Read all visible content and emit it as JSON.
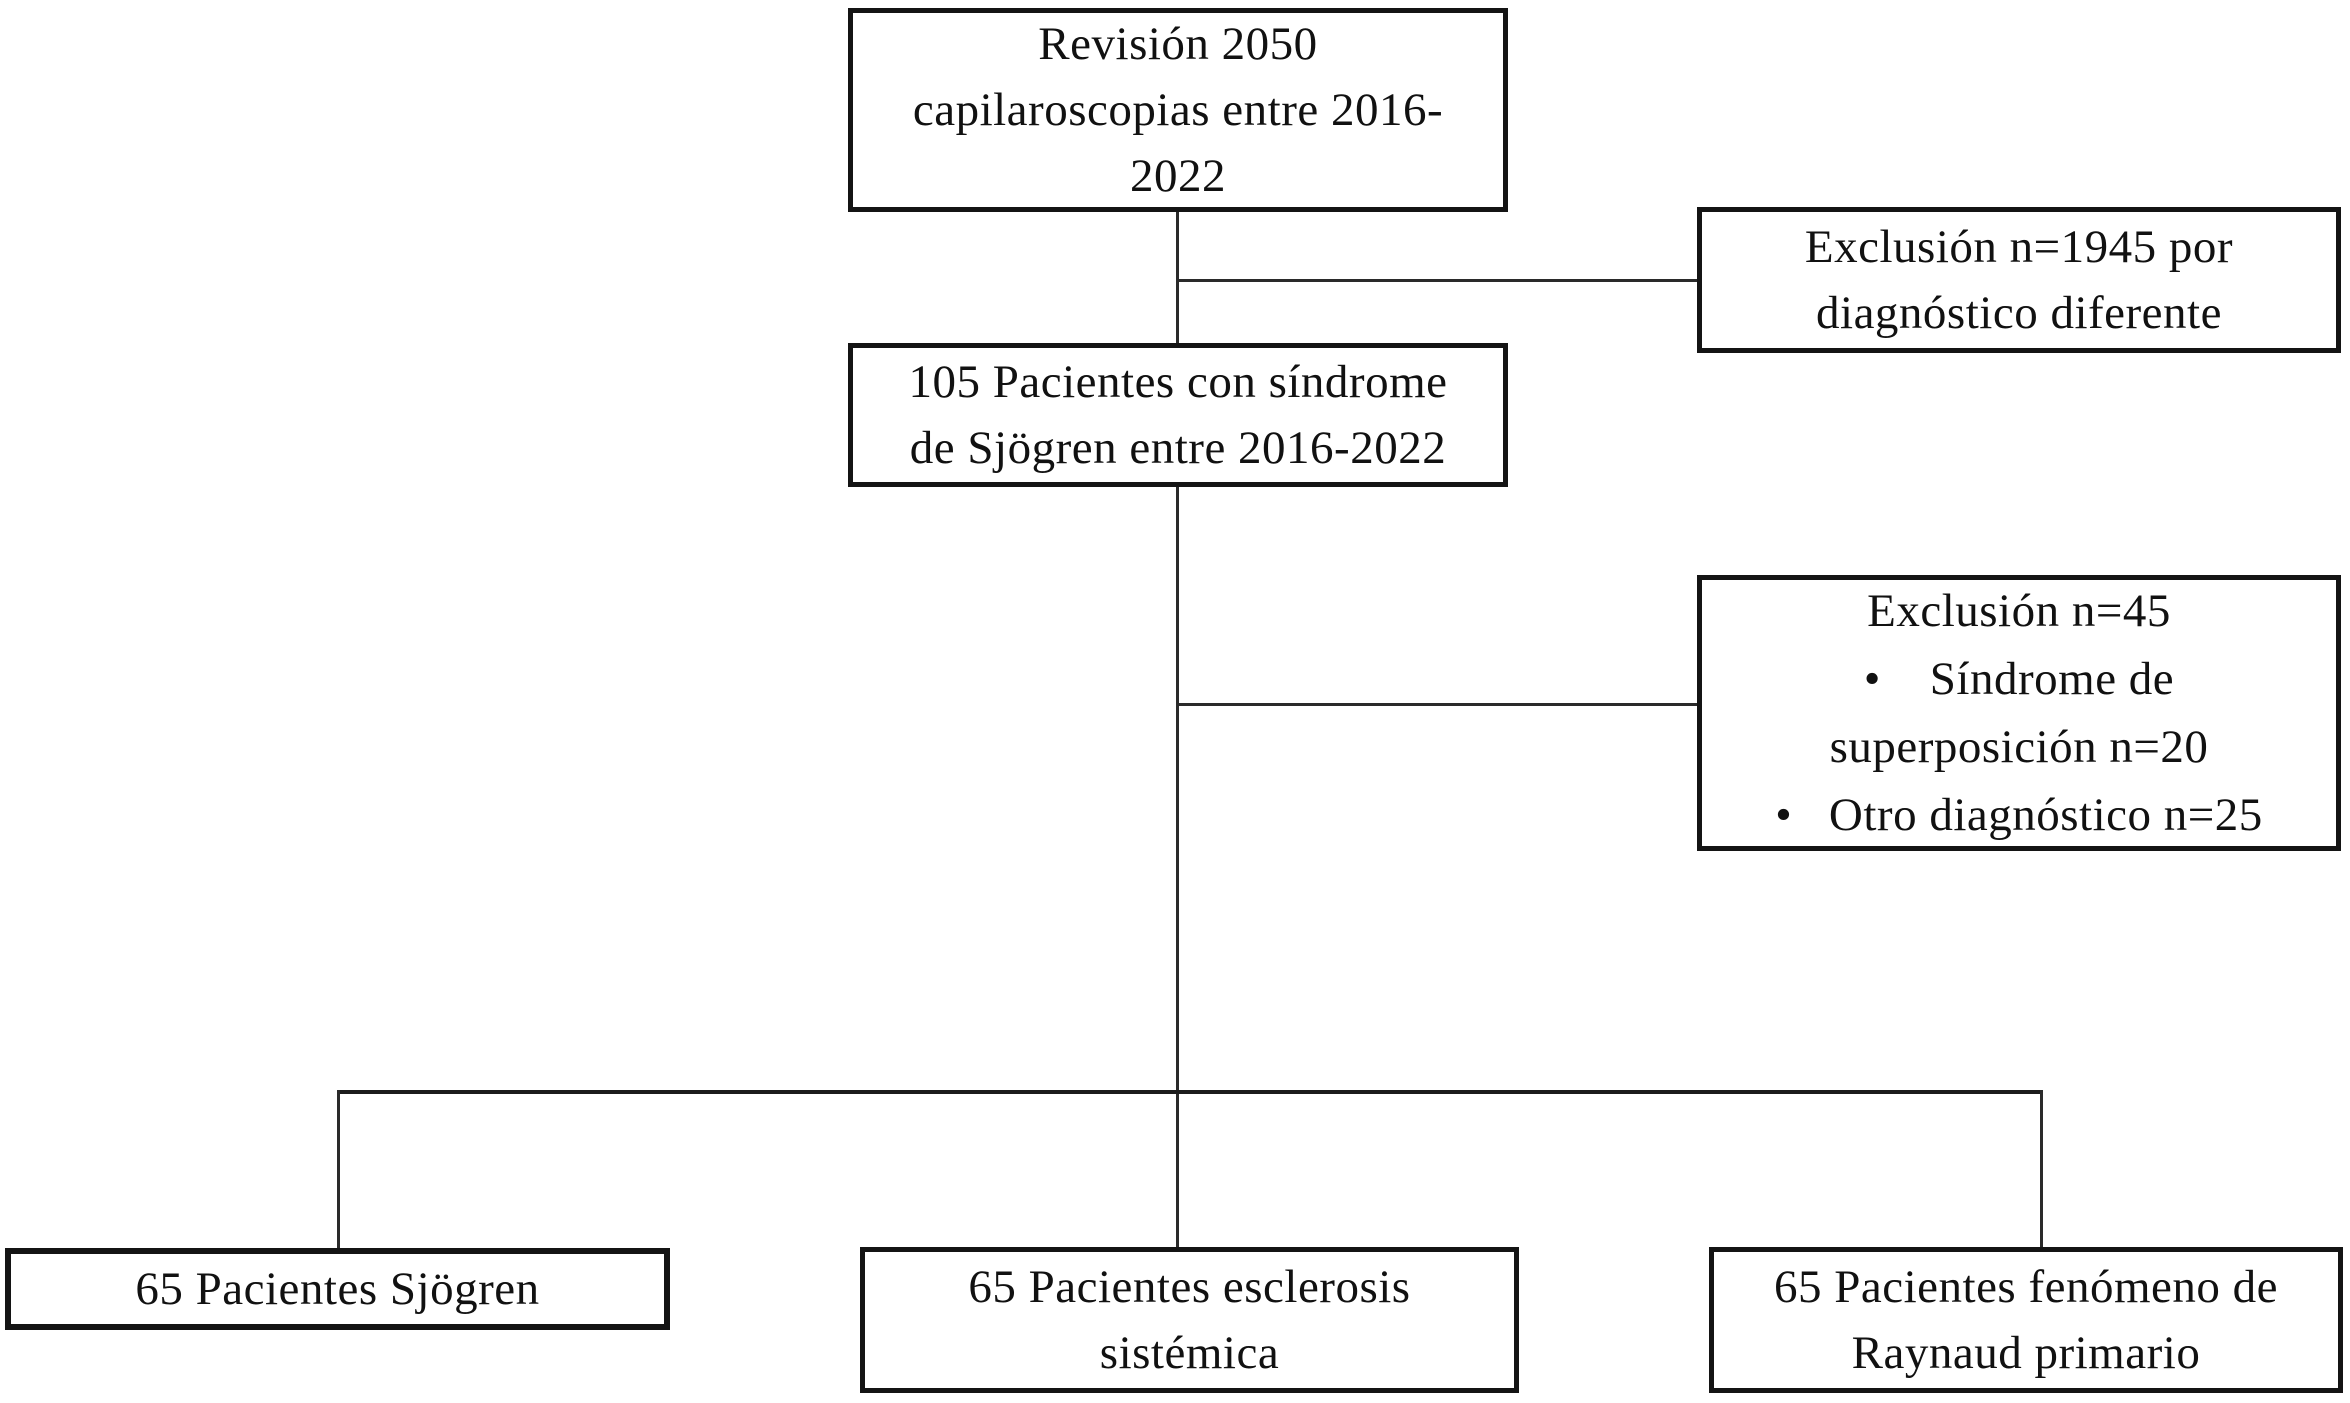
{
  "diagram": {
    "type": "flowchart",
    "background_color": "#ffffff",
    "box_border_color": "#141414",
    "line_color": "#2a2a2a",
    "text_color": "#111111",
    "nodes": {
      "revision": {
        "label": "Revisión 2050\ncapilaroscopias entre 2016-\n2022"
      },
      "exclusion1": {
        "label": "Exclusión n=1945 por\ndiagnóstico diferente"
      },
      "sjogren105": {
        "label": "105 Pacientes con síndrome\nde Sjögren entre 2016-2022"
      },
      "exclusion2": {
        "label": "Exclusión n=45\n•    Síndrome de\nsuperposición n=20\n•   Otro diagnóstico n=25"
      },
      "sjogren65": {
        "label": "65 Pacientes Sjögren"
      },
      "esclerosis65": {
        "label": "65 Pacientes esclerosis\nsistémica"
      },
      "raynaud65": {
        "label": "65 Pacientes fenómeno de\nRaynaud primario"
      }
    },
    "bullet_icon": "•"
  }
}
